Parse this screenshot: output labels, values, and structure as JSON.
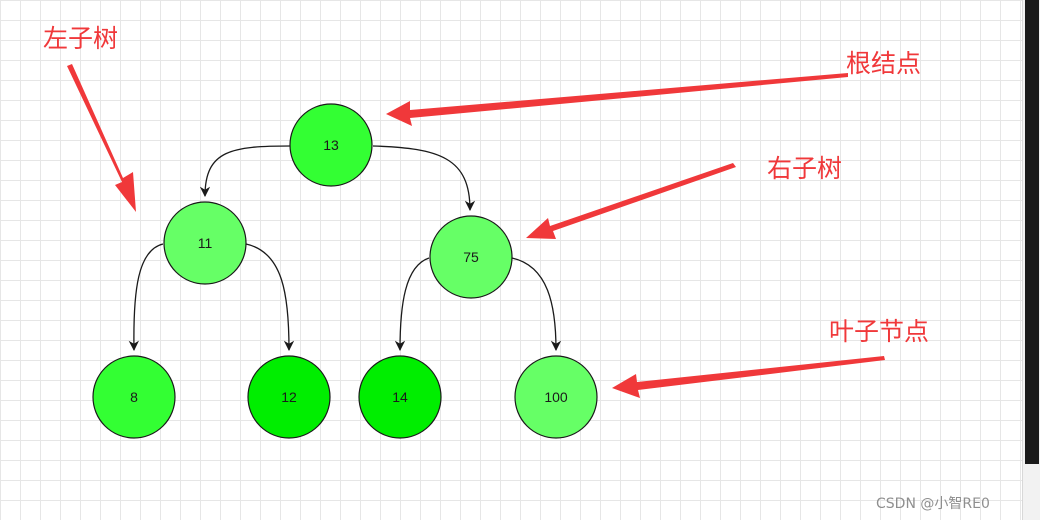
{
  "nodes": [
    {
      "id": "n13",
      "label": "13",
      "color": "#33ff33"
    },
    {
      "id": "n11",
      "label": "11",
      "color": "#66ff66"
    },
    {
      "id": "n75",
      "label": "75",
      "color": "#66ff66"
    },
    {
      "id": "n8",
      "label": "8",
      "color": "#33ff33"
    },
    {
      "id": "n12",
      "label": "12",
      "color": "#00ee00"
    },
    {
      "id": "n14",
      "label": "14",
      "color": "#00ee00"
    },
    {
      "id": "n100",
      "label": "100",
      "color": "#66ff66"
    }
  ],
  "edges": [
    {
      "from": "13",
      "to": "11"
    },
    {
      "from": "13",
      "to": "75"
    },
    {
      "from": "11",
      "to": "8"
    },
    {
      "from": "11",
      "to": "12"
    },
    {
      "from": "75",
      "to": "14"
    },
    {
      "from": "75",
      "to": "100"
    }
  ],
  "annotations": {
    "left_subtree": "左子树",
    "root_node": "根结点",
    "right_subtree": "右子树",
    "leaf_nodes": "叶子节点"
  },
  "colors": {
    "annotation": "#f0383a",
    "node_stroke": "#1a1a1a",
    "edge": "#1a1a1a"
  },
  "watermark": "CSDN @小智RE0"
}
